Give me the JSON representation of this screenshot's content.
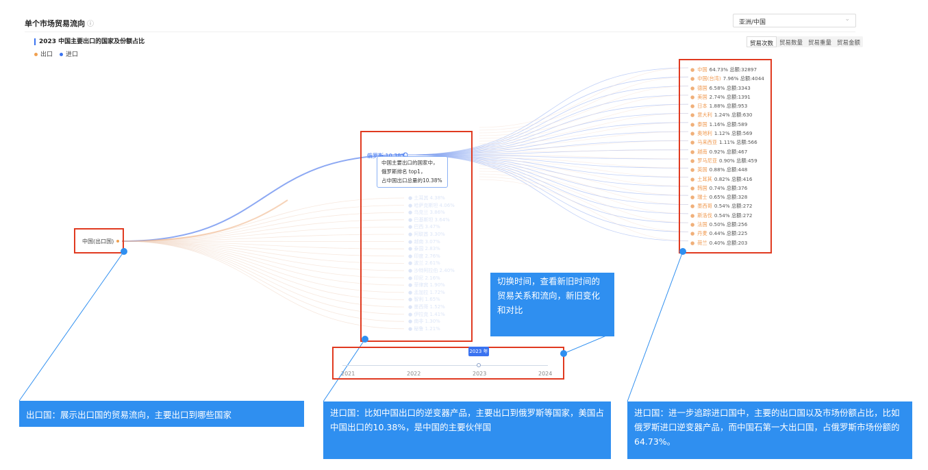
{
  "header": {
    "title": "单个市场贸易流向",
    "info_icon": "ⓘ",
    "region_value": "亚洲/中国",
    "chevron": "⌄"
  },
  "chart": {
    "title": "2023 中国主要出口的国家及份额占比",
    "legend": [
      {
        "label": "出口",
        "color": "#f0a050"
      },
      {
        "label": "进口",
        "color": "#3a73f0"
      }
    ],
    "metric_tabs": [
      "贸易次数",
      "贸易数量",
      "贸易重量",
      "贸易金额"
    ],
    "active_tab": 0,
    "origin": "中国(出口国)",
    "top_destination": "俄罗斯 10.38%",
    "tooltip_lines": [
      "中国主要出口的国家中，",
      "俄罗斯排名 top1，",
      "占中国出口总量的10.38%"
    ],
    "faded_destinations": [
      "土耳其 4.38%",
      "哈萨克斯坦 4.06%",
      "乌克兰 3.86%",
      "巴基斯坦 3.64%",
      "巴西 3.47%",
      "阿联酋 3.30%",
      "越南 3.07%",
      "泰国 2.83%",
      "印度 2.76%",
      "波兰 2.61%",
      "沙特阿拉伯 2.40%",
      "印尼 2.16%",
      "菲律宾 1.90%",
      "孟加拉 1.72%",
      "智利 1.65%",
      "墨西哥 1.52%",
      "伊拉克 1.41%",
      "南非 1.30%",
      "秘鲁 1.21%"
    ],
    "importers": [
      {
        "name": "中国",
        "pct": "64.73%",
        "total": "总额:32897"
      },
      {
        "name": "中国(台湾)",
        "pct": "7.96%",
        "total": "总额:4044"
      },
      {
        "name": "德国",
        "pct": "6.58%",
        "total": "总额:3343"
      },
      {
        "name": "美国",
        "pct": "2.74%",
        "total": "总额:1391"
      },
      {
        "name": "日本",
        "pct": "1.88%",
        "total": "总额:953"
      },
      {
        "name": "意大利",
        "pct": "1.24%",
        "total": "总额:630"
      },
      {
        "name": "泰国",
        "pct": "1.16%",
        "total": "总额:589"
      },
      {
        "name": "奥地利",
        "pct": "1.12%",
        "total": "总额:569"
      },
      {
        "name": "马来西亚",
        "pct": "1.11%",
        "total": "总额:566"
      },
      {
        "name": "越南",
        "pct": "0.92%",
        "total": "总额:467"
      },
      {
        "name": "罗马尼亚",
        "pct": "0.90%",
        "total": "总额:459"
      },
      {
        "name": "英国",
        "pct": "0.88%",
        "total": "总额:448"
      },
      {
        "name": "土耳其",
        "pct": "0.82%",
        "total": "总额:416"
      },
      {
        "name": "韩国",
        "pct": "0.74%",
        "total": "总额:376"
      },
      {
        "name": "瑞士",
        "pct": "0.65%",
        "total": "总额:328"
      },
      {
        "name": "墨西哥",
        "pct": "0.54%",
        "total": "总额:272"
      },
      {
        "name": "斯洛伐",
        "pct": "0.54%",
        "total": "总额:272"
      },
      {
        "name": "法国",
        "pct": "0.50%",
        "total": "总额:256"
      },
      {
        "name": "丹麦",
        "pct": "0.44%",
        "total": "总额:225"
      },
      {
        "name": "荷兰",
        "pct": "0.40%",
        "total": "总额:203"
      }
    ],
    "timeline": {
      "selected": "2023 年",
      "years": [
        "2021",
        "2022",
        "2023",
        "2024"
      ]
    }
  },
  "callouts": {
    "time": "切换时间，查看新旧时间的贸易关系和流向，新旧变化和对比",
    "exporter": "出口国：展示出口国的贸易流向，主要出口到哪些国家",
    "importer": "进口国：比如中国出口的逆变器产品，主要出口到俄罗斯等国家，美国占中国出口的10.38%，是中国的主要伙伴国",
    "market": "进口国：进一步追踪进口国中，主要的出口国以及市场份额占比，比如俄罗斯进口逆变器产品，而中国石第一大出口国，占俄罗斯市场份额的64.73%。"
  }
}
